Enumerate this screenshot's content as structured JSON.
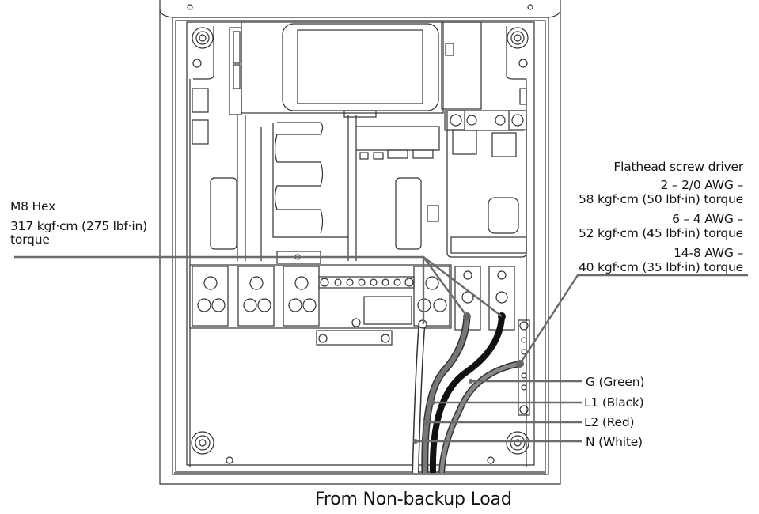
{
  "figure": {
    "title": "From Non-backup Load",
    "left_callout": {
      "line1": "M8 Hex",
      "line2": "317 kgf·cm (275 lbf·in)",
      "line3": "torque"
    },
    "right_callout": {
      "heading": "Flathead screw driver",
      "specs": [
        {
          "gauge": "2 – 2/0 AWG –",
          "torque": "58 kgf·cm (50 lbf·in) torque"
        },
        {
          "gauge": "6 – 4 AWG –",
          "torque": "52 kgf·cm (45 lbf·in) torque"
        },
        {
          "gauge": "14-8 AWG –",
          "torque": "40 kgf·cm (35 lbf·in) torque"
        }
      ]
    },
    "wires": [
      {
        "label": "G (Green)",
        "color": "#7a7a7a"
      },
      {
        "label": "L1 (Black)",
        "color": "#111111"
      },
      {
        "label": "L2 (Red)",
        "color": "#6e6e6e"
      },
      {
        "label": "N (White)",
        "color": "#ffffff"
      }
    ],
    "leader_color": "#6b6b6b"
  }
}
